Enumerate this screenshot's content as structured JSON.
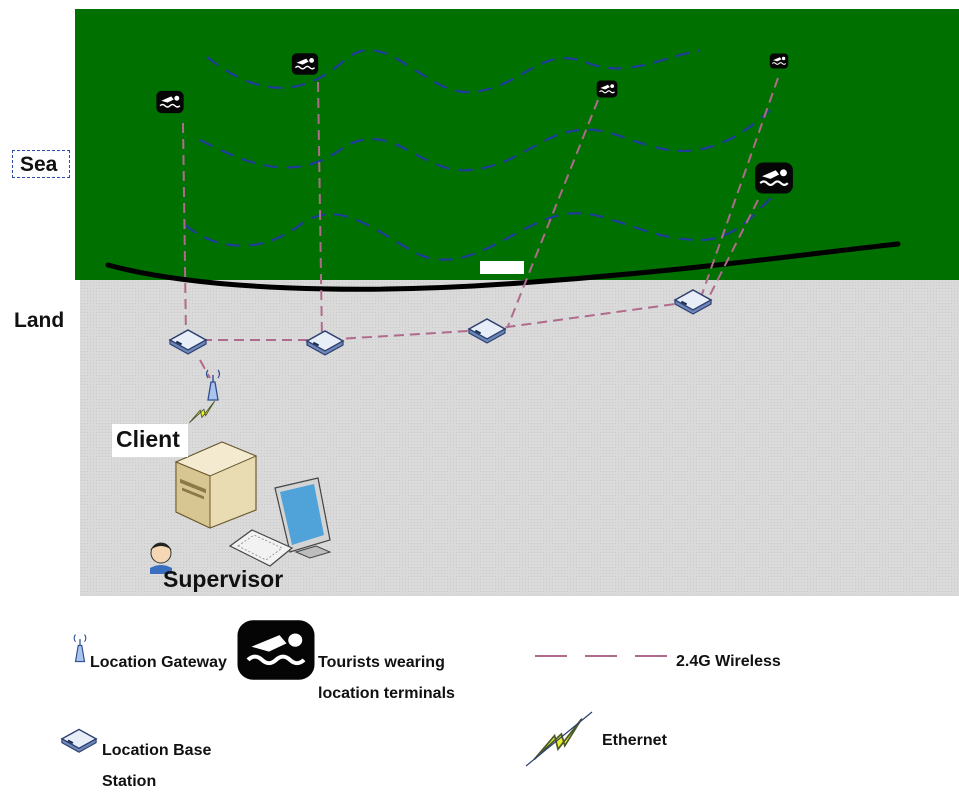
{
  "regions": {
    "sea_label": "Sea",
    "land_label": "Land"
  },
  "client_label": "Client",
  "supervisor_label": "Supervisor",
  "legend": {
    "gateway": "Location Gateway",
    "tourists_line1": "Tourists wearing",
    "tourists_line2": "location terminals",
    "wireless": "2.4G Wireless",
    "base_station_line1": "Location Base",
    "base_station_line2": "Station",
    "ethernet": "Ethernet"
  },
  "colors": {
    "sea": "#007000",
    "land": "#d9d9d9",
    "wave": "#1f3b9c",
    "wireless_link": "#b06a8c",
    "coastline": "#000000"
  },
  "icons": {
    "tourist": "swimmer-icon",
    "base_station": "base-station-icon",
    "gateway": "antenna-icon",
    "ethernet": "lightning-icon",
    "computer": "desktop-computer-icon",
    "supervisor": "person-icon"
  }
}
